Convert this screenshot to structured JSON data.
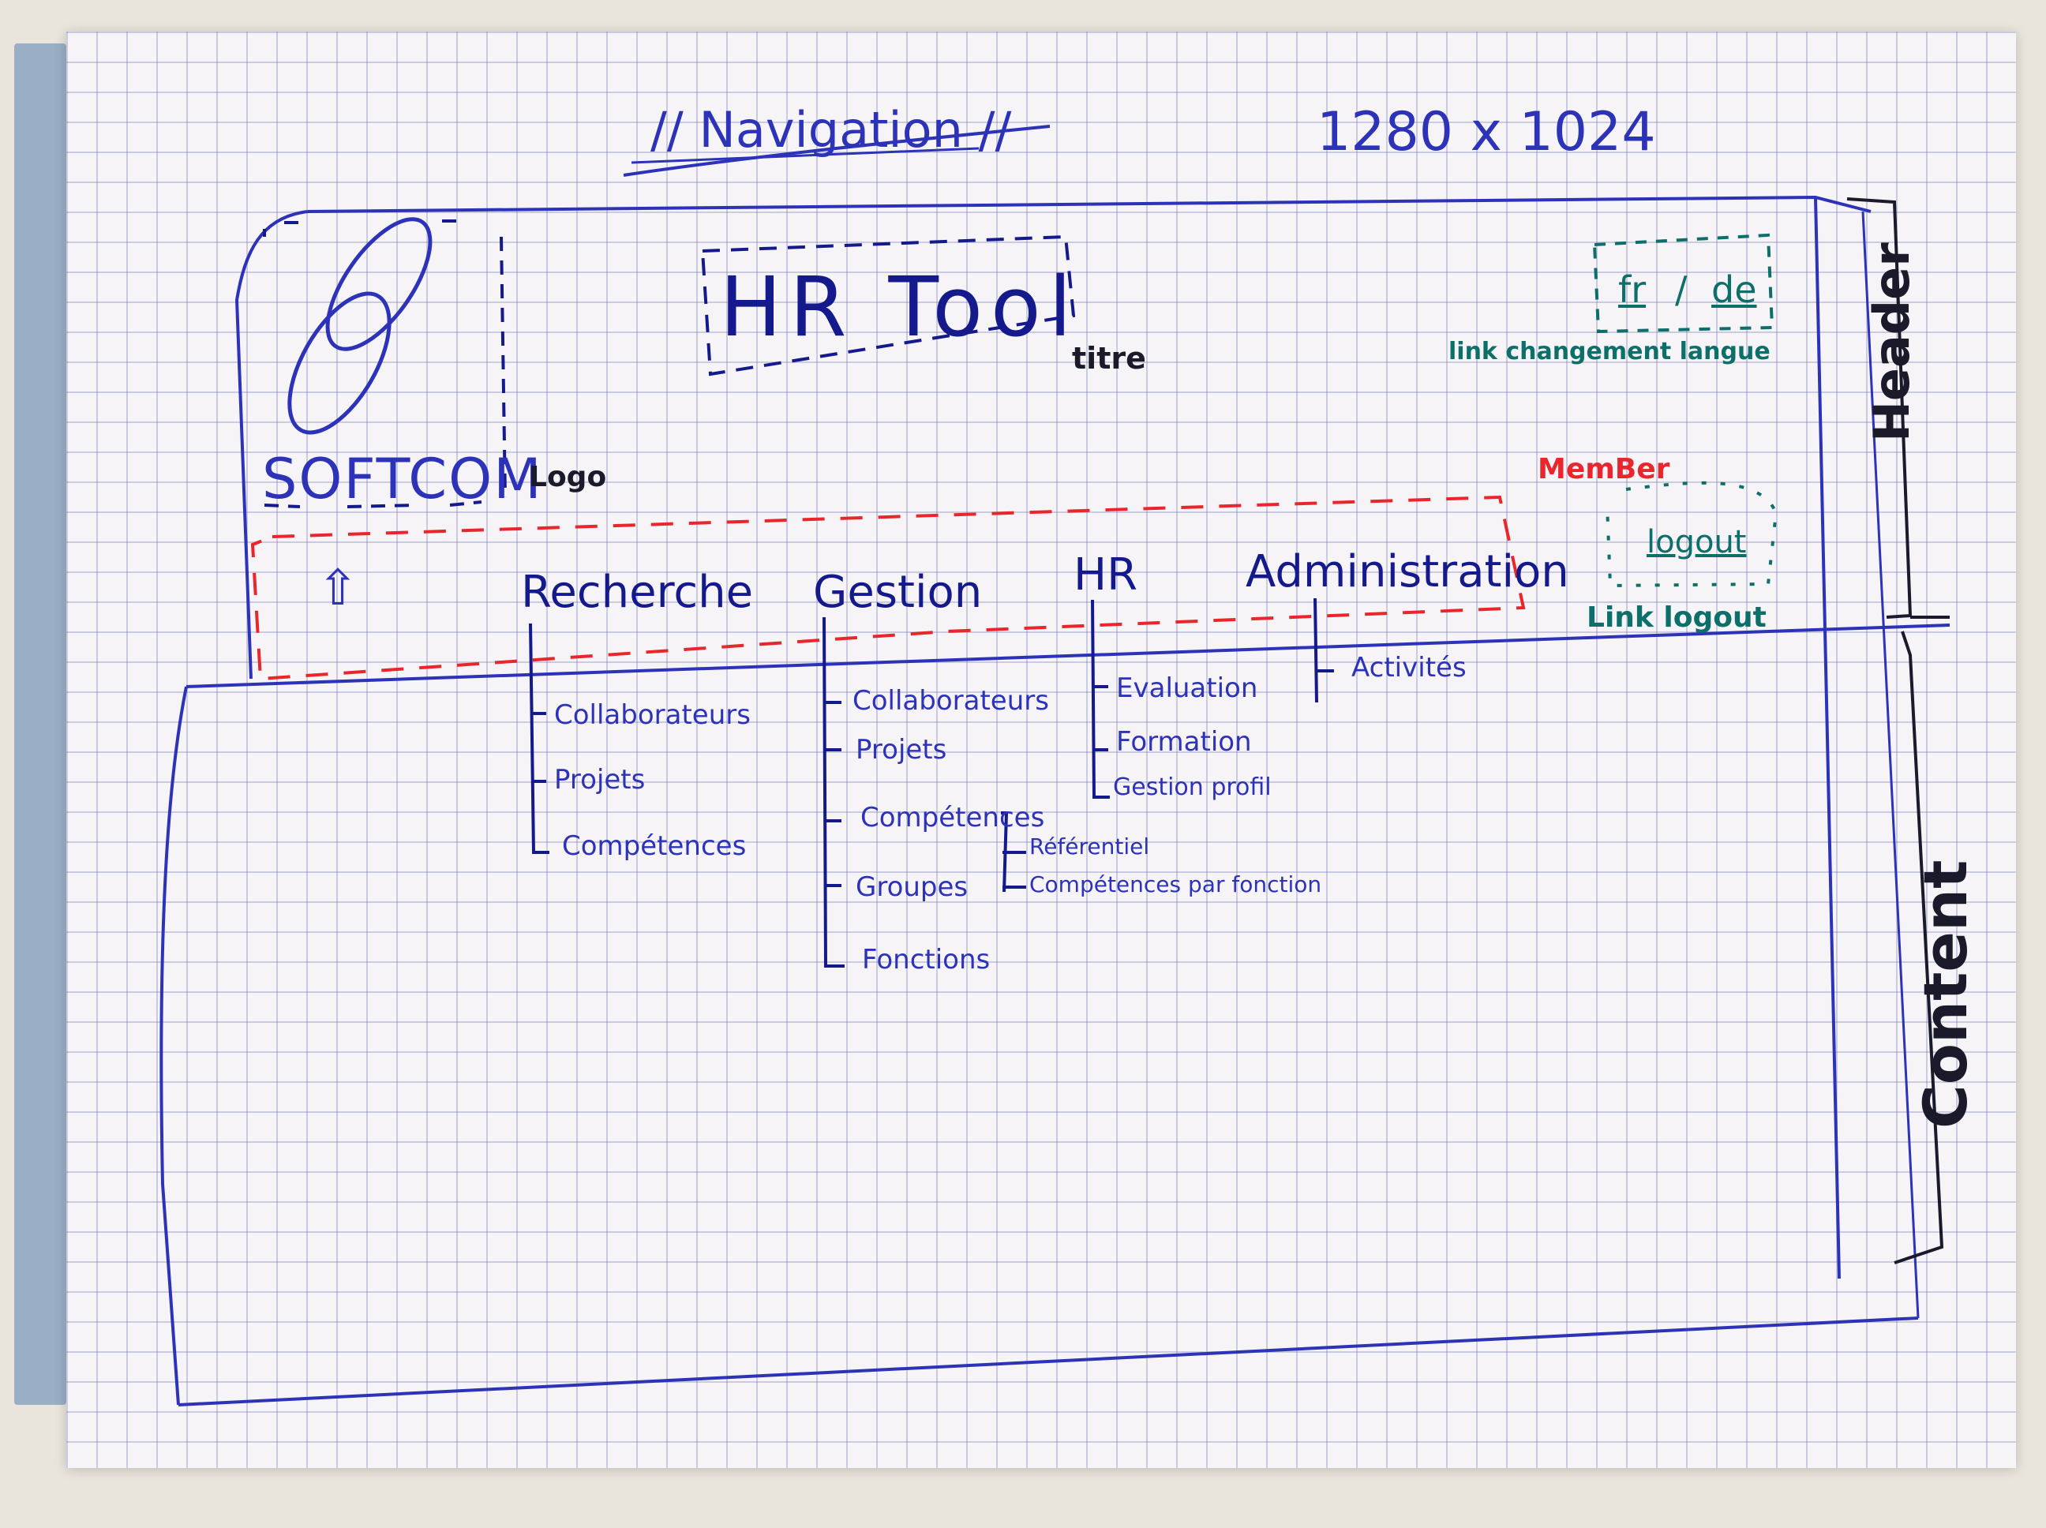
{
  "sketch": {
    "page_title": "// Navigation //",
    "resolution": "1280 x 1024",
    "header": {
      "logo_text": "SOFTCOM",
      "logo_label": "Logo",
      "app_title": "HR Tool",
      "title_label": "titre",
      "lang_fr": "fr",
      "lang_sep": "/",
      "lang_de": "de",
      "lang_label": "link changement langue",
      "member_label": "MemBer",
      "logout_link": "logout",
      "logout_label": "Link logout",
      "home_arrow": "⇧",
      "section_label": "Header"
    },
    "menu": [
      {
        "label": "Recherche",
        "items": [
          "Collaborateurs",
          "Projets",
          "Compétences"
        ]
      },
      {
        "label": "Gestion",
        "items": [
          "Collaborateurs",
          "Projets",
          "Compétences",
          "Groupes",
          "Fonctions"
        ],
        "sub_of_competences": [
          "Référentiel",
          "Compétences par fonction"
        ]
      },
      {
        "label": "HR",
        "items": [
          "Evaluation",
          "Formation",
          "Gestion profil"
        ]
      },
      {
        "label": "Administration",
        "items": [
          "Activités"
        ]
      }
    ],
    "content_label": "Content",
    "colors": {
      "blue": "#2d33b8",
      "navy": "#141a8c",
      "red": "#e8262c",
      "teal": "#0d6f6a",
      "binding": "#9aaec6"
    }
  }
}
